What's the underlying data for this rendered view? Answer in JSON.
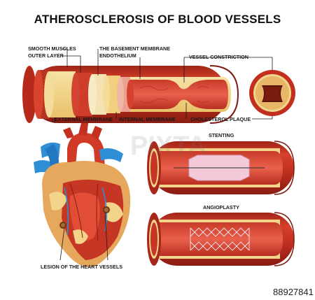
{
  "title": "ATHEROSCLEROSIS OF BLOOD VESSELS",
  "labels": {
    "smooth_muscles": "SMOOTH MUSCLES",
    "outer_layer": "OUTER LAYER",
    "basement_membrane": "THE BASEMENT MEMBRANE",
    "endothelium": "ENDOTHELIUM",
    "vessel_constriction": "VESSEL CONSTRICTION",
    "external_membrane": "EXTERNAL MEMBRANE",
    "internal_membrane": "INTERNAL MEMBRANE",
    "cholesterol_plaque": "CHOLESTEROL PLAQUE",
    "stenting": "STENTING",
    "angioplasty": "ANGIOPLASTY",
    "heart_lesion": "LESION OF THE HEART VESSELS"
  },
  "watermark": {
    "brand": "PIXTA",
    "image_id": "88927841"
  },
  "colors": {
    "vessel_outer": "#c8311f",
    "vessel_dark": "#8e1d12",
    "fat_layer": "#f2d58b",
    "lumen": "#e04a38",
    "plaque": "#f6e09a",
    "stent": "#f3c7d9",
    "aorta_red": "#d23a28",
    "vein_blue": "#2f8fd6"
  }
}
